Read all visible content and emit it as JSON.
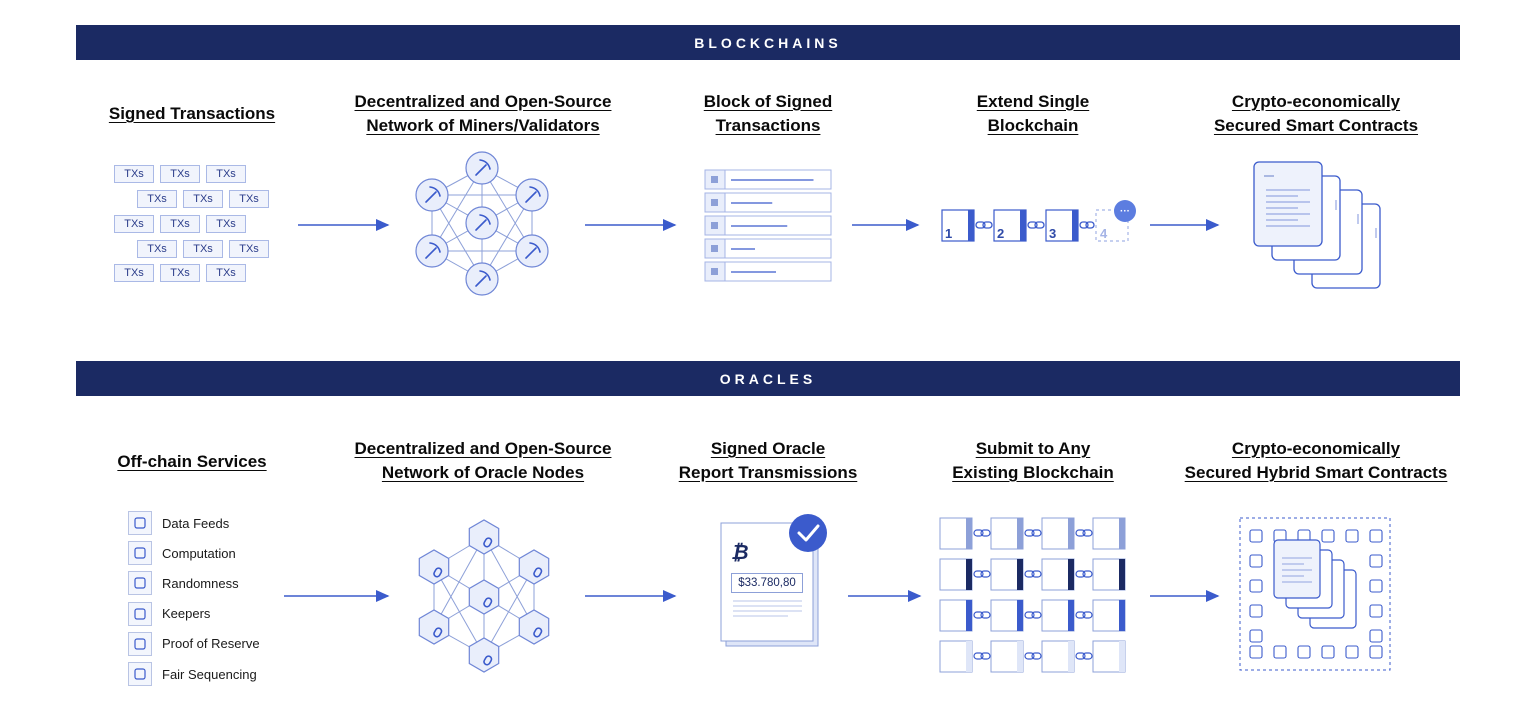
{
  "sections": {
    "blockchains": "BLOCKCHAINS",
    "oracles": "ORACLES"
  },
  "blockchain_steps": [
    {
      "line1": "Signed Transactions",
      "line2": ""
    },
    {
      "line1": "Decentralized and Open-Source",
      "line2": "Network of Miners/Validators"
    },
    {
      "line1": "Block of Signed",
      "line2": "Transactions"
    },
    {
      "line1": "Extend Single",
      "line2": "Blockchain"
    },
    {
      "line1": "Crypto-economically",
      "line2": "Secured Smart Contracts"
    }
  ],
  "oracle_steps": [
    {
      "line1": "Off-chain Services",
      "line2": ""
    },
    {
      "line1": "Decentralized and Open-Source",
      "line2": "Network of Oracle Nodes"
    },
    {
      "line1": "Signed Oracle",
      "line2": "Report Transmissions"
    },
    {
      "line1": "Submit to Any",
      "line2": "Existing Blockchain"
    },
    {
      "line1": "Crypto-economically",
      "line2": "Secured Hybrid Smart Contracts"
    }
  ],
  "tx_label": "TXs",
  "chain_blocks": [
    "1",
    "2",
    "3",
    "4"
  ],
  "offchain_services": [
    {
      "label": "Data Feeds",
      "icon": "binary-icon"
    },
    {
      "label": "Computation",
      "icon": "server-icon"
    },
    {
      "label": "Randomness",
      "icon": "dice-icon"
    },
    {
      "label": "Keepers",
      "icon": "robot-icon"
    },
    {
      "label": "Proof of Reserve",
      "icon": "bank-icon"
    },
    {
      "label": "Fair Sequencing",
      "icon": "clock-icon"
    }
  ],
  "oracle_report": {
    "currency_symbol": "₿",
    "price": "$33.780,80"
  },
  "colors": {
    "band": "#1b2a63",
    "accent": "#3b5bcc",
    "light": "#e9eefb",
    "stroke": "#8da0d8"
  }
}
